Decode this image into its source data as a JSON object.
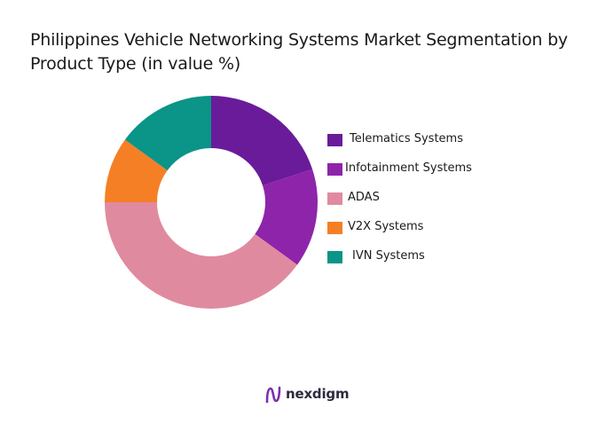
{
  "chart_data": {
    "type": "donut",
    "title": "Philippines Vehicle Networking Systems Market Segmentation by Product Type (in value %)",
    "categories": [
      "Telematics Systems",
      "Infotainment Systems",
      "ADAS",
      "V2X Systems",
      "IVN Systems"
    ],
    "values": [
      20,
      15,
      40,
      10,
      15
    ],
    "colors": [
      "#6a1b9a",
      "#8e24aa",
      "#e08aa0",
      "#f57f25",
      "#0b9488"
    ],
    "legend_position": "right"
  },
  "brand": {
    "name": "nexdigm"
  }
}
